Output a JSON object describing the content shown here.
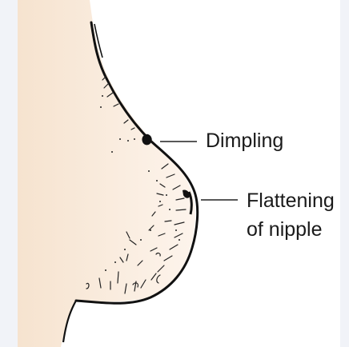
{
  "diagram": {
    "labels": {
      "dimpling": "Dimpling",
      "flattening_line1": "Flattening",
      "flattening_line2": "of nipple"
    },
    "colors": {
      "skin_gradient_start": "#f6e3cf",
      "skin_gradient_end": "#fdf4ec",
      "outline": "#111111",
      "leader_line": "#222222",
      "frame": "#f1f3f8"
    }
  }
}
